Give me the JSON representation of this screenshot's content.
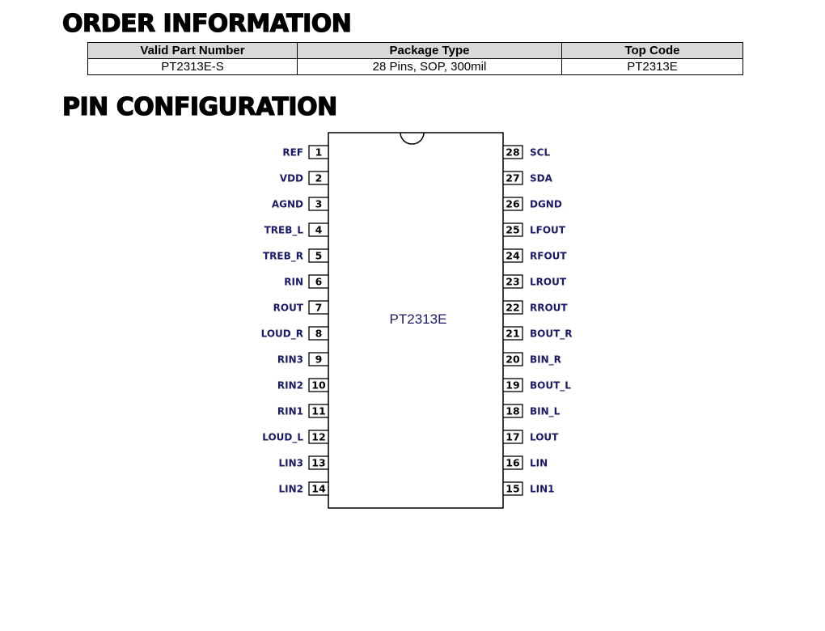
{
  "order_information": {
    "title": "ORDER INFORMATION",
    "headers": [
      "Valid Part Number",
      "Package Type",
      "Top Code"
    ],
    "rows": [
      [
        "PT2313E-S",
        "28 Pins, SOP, 300mil",
        "PT2313E"
      ]
    ]
  },
  "pin_configuration": {
    "title": "PIN CONFIGURATION",
    "chip_name": "PT2313E",
    "left_pins": [
      {
        "num": "1",
        "name": "REF"
      },
      {
        "num": "2",
        "name": "VDD"
      },
      {
        "num": "3",
        "name": "AGND"
      },
      {
        "num": "4",
        "name": "TREB_L"
      },
      {
        "num": "5",
        "name": "TREB_R"
      },
      {
        "num": "6",
        "name": "RIN"
      },
      {
        "num": "7",
        "name": "ROUT"
      },
      {
        "num": "8",
        "name": "LOUD_R"
      },
      {
        "num": "9",
        "name": "RIN3"
      },
      {
        "num": "10",
        "name": "RIN2"
      },
      {
        "num": "11",
        "name": "RIN1"
      },
      {
        "num": "12",
        "name": "LOUD_L"
      },
      {
        "num": "13",
        "name": "LIN3"
      },
      {
        "num": "14",
        "name": "LIN2"
      }
    ],
    "right_pins": [
      {
        "num": "28",
        "name": "SCL"
      },
      {
        "num": "27",
        "name": "SDA"
      },
      {
        "num": "26",
        "name": "DGND"
      },
      {
        "num": "25",
        "name": "LFOUT"
      },
      {
        "num": "24",
        "name": "RFOUT"
      },
      {
        "num": "23",
        "name": "LROUT"
      },
      {
        "num": "22",
        "name": "RROUT"
      },
      {
        "num": "21",
        "name": "BOUT_R"
      },
      {
        "num": "20",
        "name": "BIN_R"
      },
      {
        "num": "19",
        "name": "BOUT_L"
      },
      {
        "num": "18",
        "name": "BIN_L"
      },
      {
        "num": "17",
        "name": "LOUT"
      },
      {
        "num": "16",
        "name": "LIN"
      },
      {
        "num": "15",
        "name": "LIN1"
      }
    ]
  }
}
